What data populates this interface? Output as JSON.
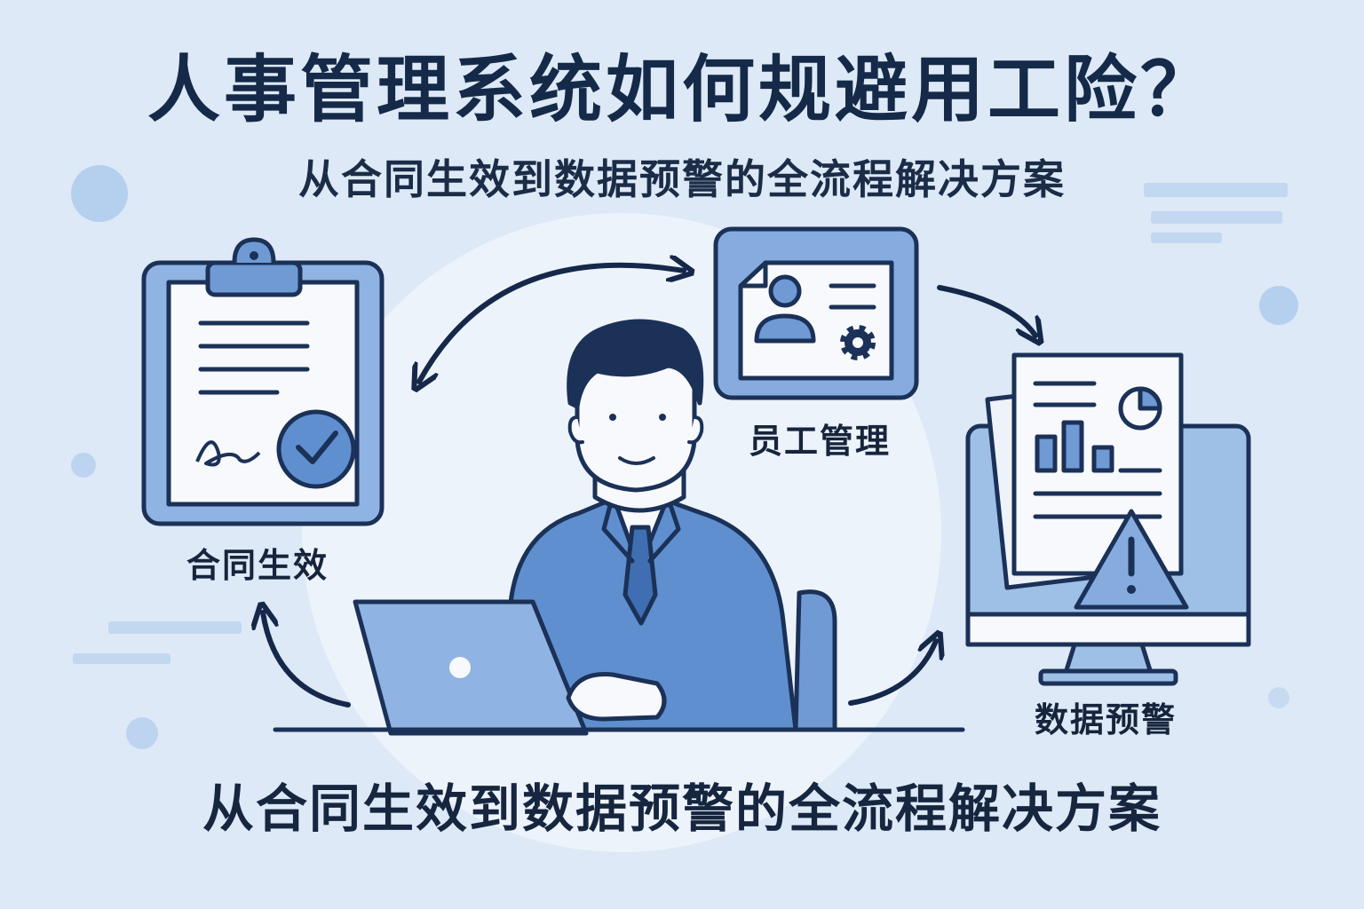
{
  "header": {
    "title": "人事管理系统如何规避用工险？",
    "subtitle": "从合同生效到数据预警的全流程解决方案"
  },
  "steps": {
    "contract": {
      "label": "合同生效",
      "icon": "clipboard-contract-icon"
    },
    "employee": {
      "label": "员工管理",
      "icon": "employee-id-card-icon"
    },
    "alert": {
      "label": "数据预警",
      "icon": "monitor-report-warning-icon"
    }
  },
  "footer": {
    "tagline": "从合同生效到数据预警的全流程解决方案"
  },
  "colors": {
    "background": "#dde9f6",
    "accent": "#5f8fcf",
    "accent_light": "#9fc0e6",
    "outline": "#1b3157",
    "paper": "#f7f9fd"
  }
}
